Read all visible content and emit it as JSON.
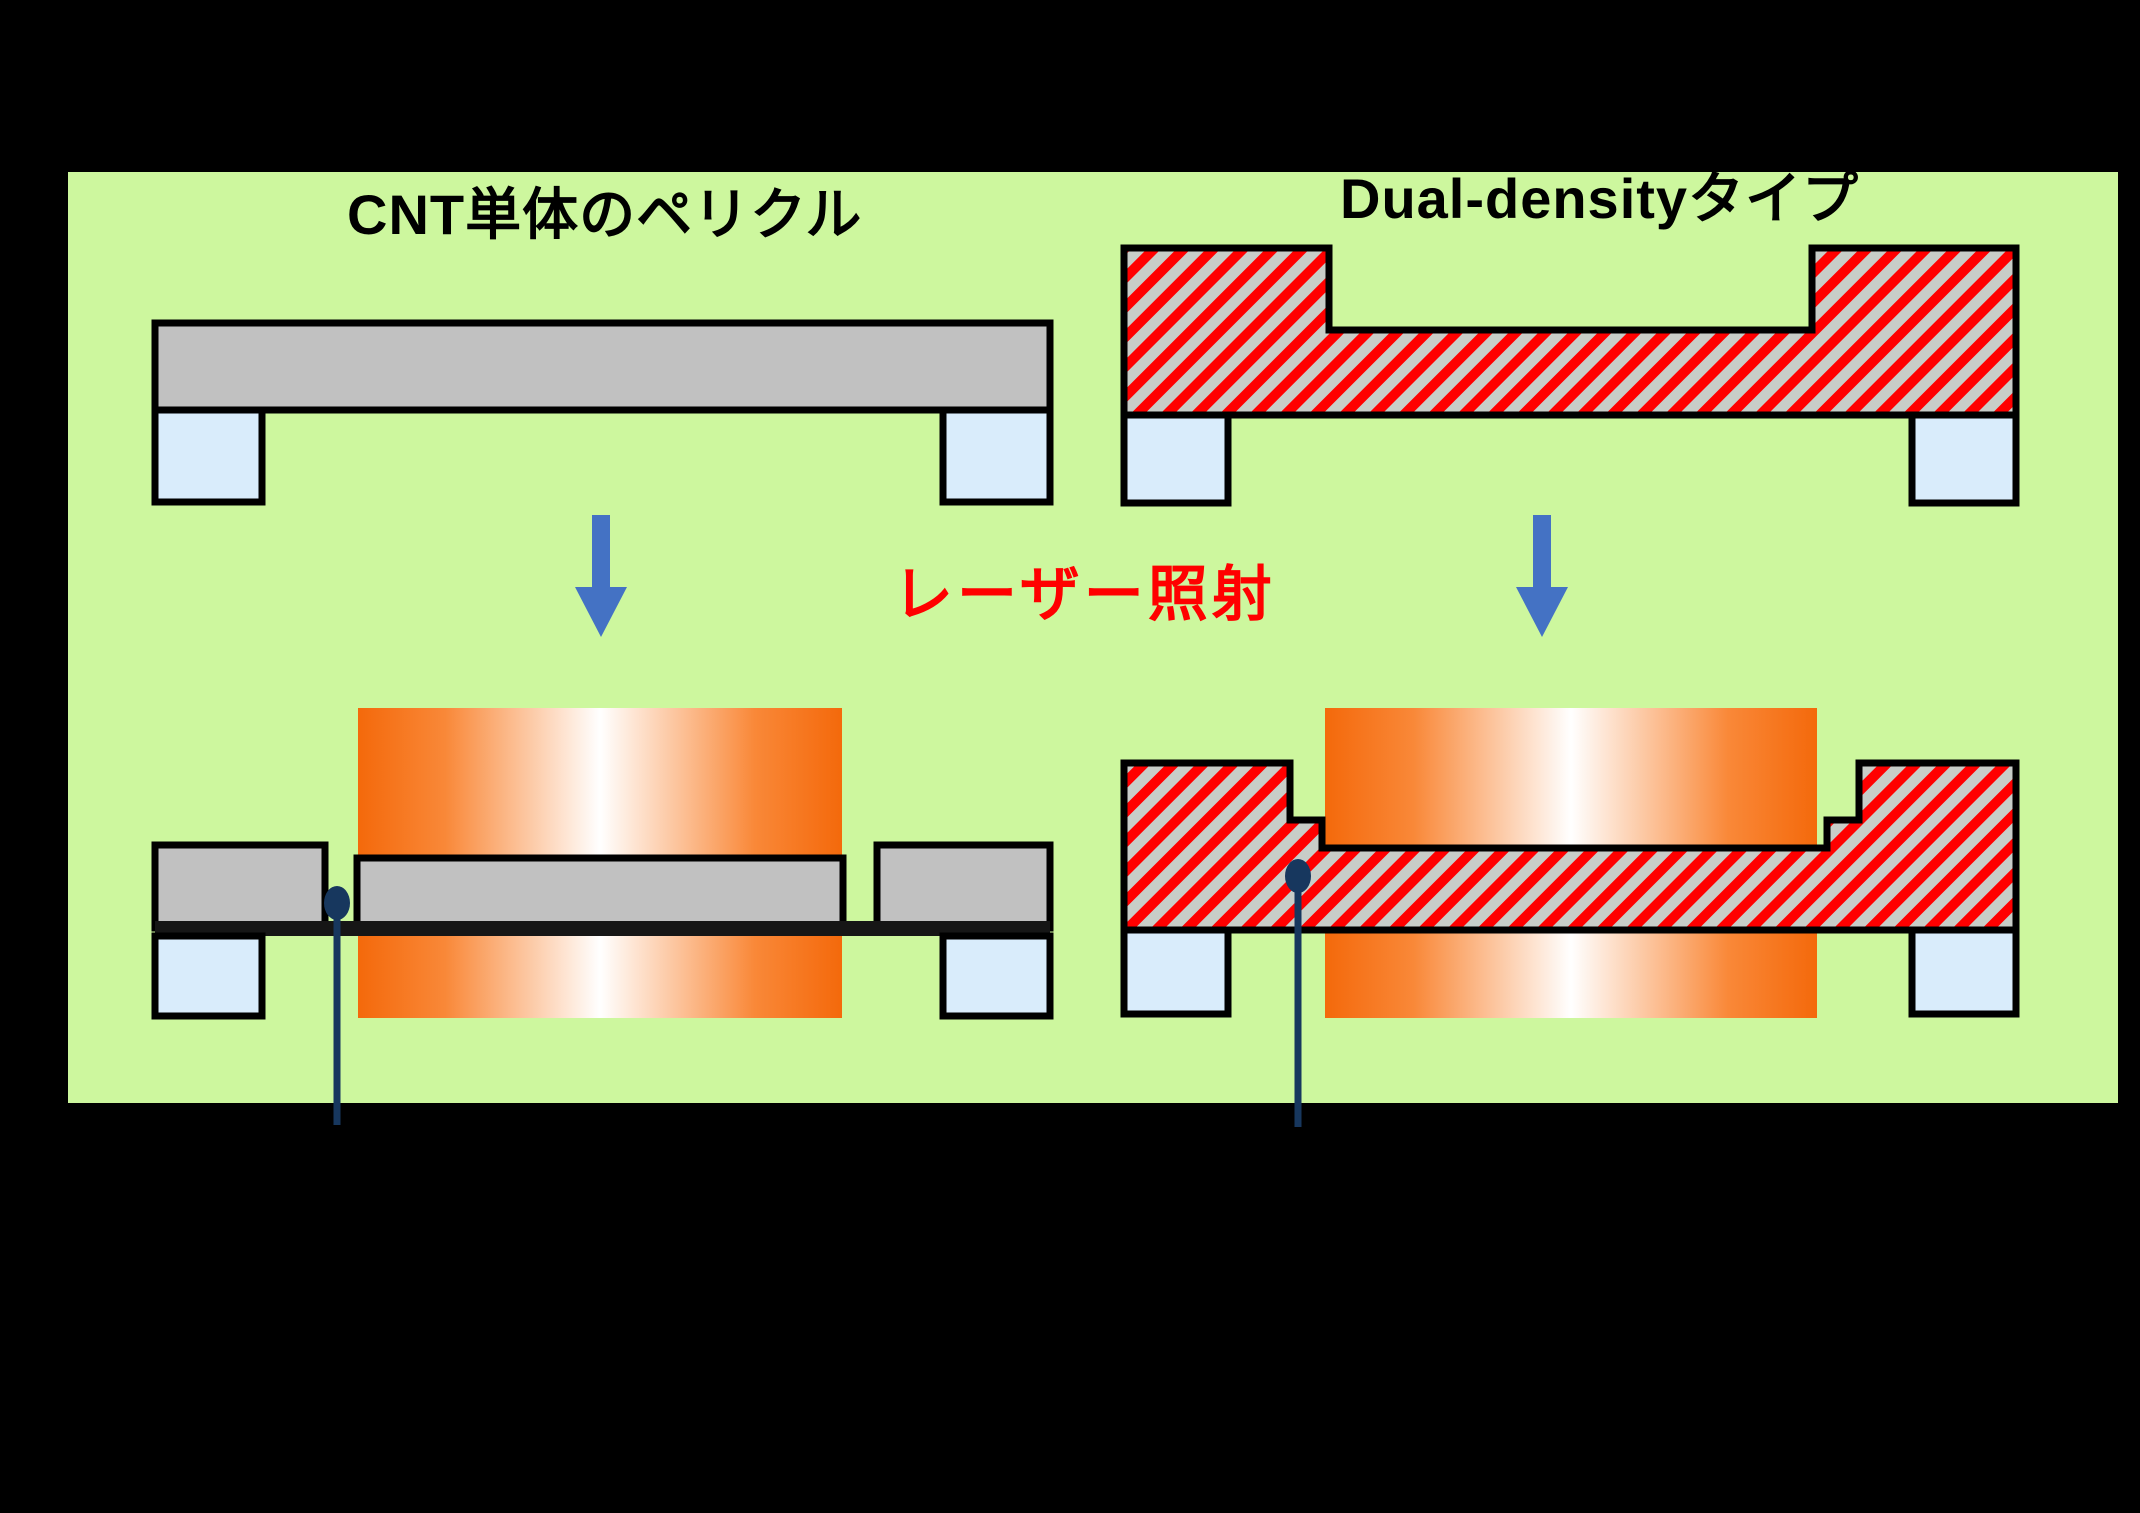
{
  "figure": {
    "left_title": "CNT単体のペリクル",
    "right_title": "Dual-densityタイプ",
    "center_label": "レーザー照射"
  },
  "icons": {
    "left_arrow": "down-arrow-icon",
    "right_arrow": "down-arrow-icon",
    "left_marker": "annotation-dot-icon",
    "right_marker": "annotation-dot-icon"
  },
  "colors": {
    "page_background": "#000000",
    "panel_green": "#cdf79e",
    "membrane_gray": "#c1c1c1",
    "support_blue": "#d9ecfb",
    "outline_black": "#000000",
    "base_dark": "#161616",
    "hatch_red": "#ff0000",
    "hatch_base_gray": "#c8cdc8",
    "arrow_blue": "#4472c4",
    "laser_orange": "#f4690b",
    "laser_mid_orange": "#f98838",
    "laser_white": "#ffffff",
    "label_red": "#ff0000",
    "annotation_navy": "#17375e",
    "title_black": "#000000"
  }
}
